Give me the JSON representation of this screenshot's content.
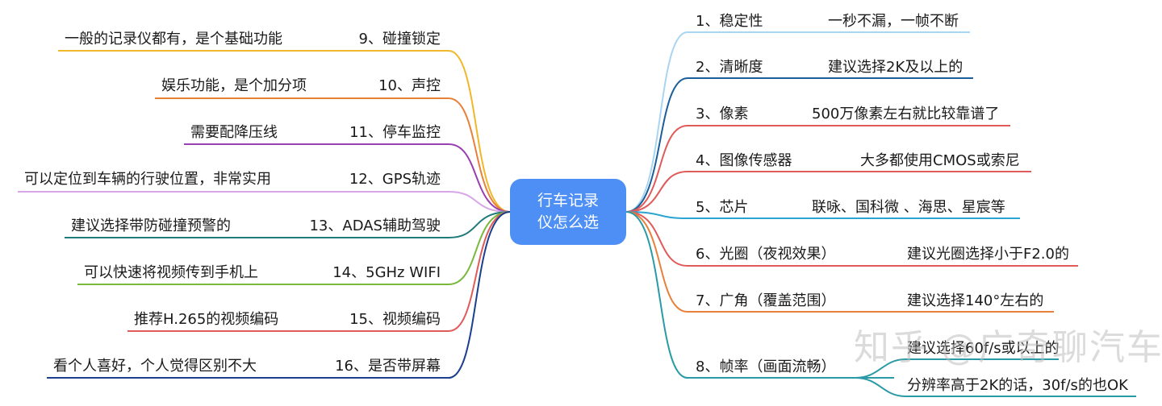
{
  "center": {
    "line1": "行车记录",
    "line2": "仪怎么选"
  },
  "watermark": "知乎 @广奇聊汽车",
  "right": [
    {
      "label": "1、稳定性",
      "desc": "一秒不漏，一帧不断",
      "color": "#a9d4f2"
    },
    {
      "label": "2、清晰度",
      "desc": "建议选择2K及以上的",
      "color": "#1b5e99"
    },
    {
      "label": "3、像素",
      "desc": "500万像素左右就比较靠谱了",
      "color": "#e15a5a"
    },
    {
      "label": "4、图像传感器",
      "desc": "大多都使用CMOS或索尼",
      "color": "#e15a5a"
    },
    {
      "label": "5、芯片",
      "desc": "联咏、国科微 、海思、星宸等",
      "color": "#2aa4d1"
    },
    {
      "label": "6、光圈（夜视效果）",
      "desc": "建议光圈选择小于F2.0的",
      "color": "#e15a5a"
    },
    {
      "label": "7、广角（覆盖范围）",
      "desc": "建议选择140°左右的",
      "color": "#e8803a"
    },
    {
      "label": "8、帧率（画面流畅）",
      "desc": "建议选择60f/s或以上的",
      "desc2": "分辨率高于2K的话，30f/s的也OK",
      "color": "#2a9aa6"
    }
  ],
  "left": [
    {
      "label": "9、碰撞锁定",
      "desc": "一般的记录仪都有，是个基础功能",
      "color": "#f0b72a"
    },
    {
      "label": "10、声控",
      "desc": "娱乐功能，是个加分项",
      "color": "#e8803a"
    },
    {
      "label": "11、停车监控",
      "desc": "需要配降压线",
      "color": "#9a3fb0"
    },
    {
      "label": "12、GPS轨迹",
      "desc": "可以定位到车辆的行驶位置，非常实用",
      "color": "#d6a6e6"
    },
    {
      "label": "13、ADAS辅助驾驶",
      "desc": "建议选择带防碰撞预警的",
      "color": "#1f7a7a"
    },
    {
      "label": "14、5GHz WIFI",
      "desc": "可以快速将视频传到手机上",
      "color": "#78b83a"
    },
    {
      "label": "15、视频编码",
      "desc": "推荐H.265的视频编码",
      "color": "#e15a5a"
    },
    {
      "label": "16、是否带屏幕",
      "desc": "看个人喜好，个人觉得区别不大",
      "color": "#1b3f8c"
    }
  ]
}
